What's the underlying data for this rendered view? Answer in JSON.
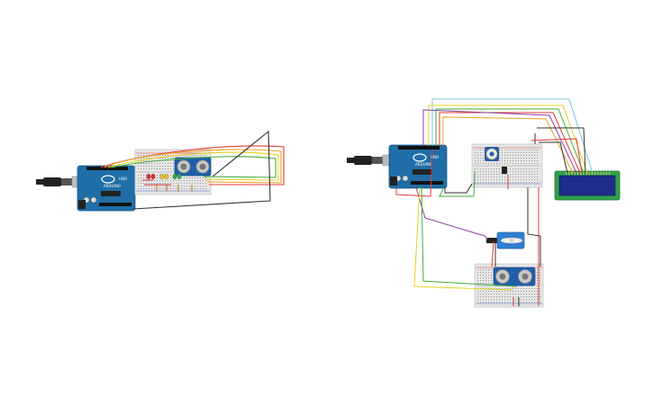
{
  "circuit_left": {
    "board_brand": "UNO",
    "board_label": "ARDUINO",
    "led_colors": [
      "#d93030",
      "#d93030",
      "#e8c020",
      "#e8c020",
      "#3aa64a",
      "#3aa64a"
    ],
    "wire_colors": [
      "#e03a3a",
      "#f0a020",
      "#e6d020",
      "#3fae3f",
      "#333333"
    ]
  },
  "circuit_right": {
    "board_brand": "UNO",
    "board_label": "ARDUINO",
    "lcd_color": "#1c2d8a",
    "wire_colors": [
      "#7fc4d8",
      "#e6d020",
      "#3fae3f",
      "#e03a3a",
      "#8c3fa0",
      "#333333"
    ]
  }
}
